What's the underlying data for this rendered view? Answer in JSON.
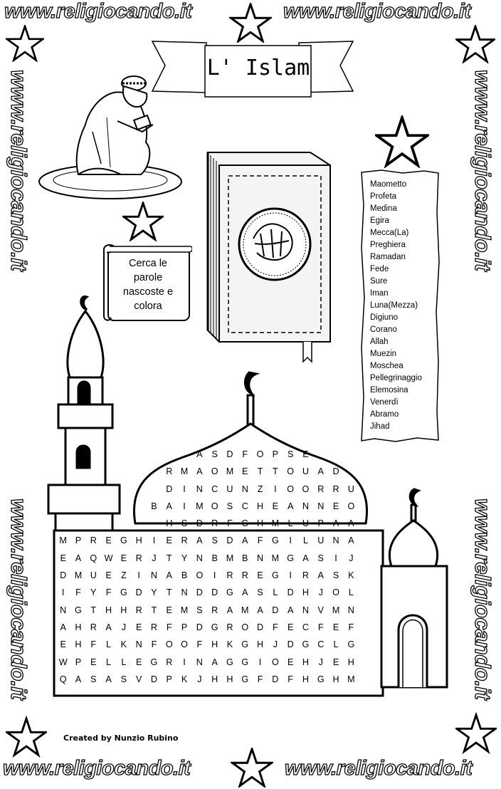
{
  "watermark": "www.religiocando.it",
  "watermark_short": "www.religiocando.it",
  "title": "L' Islam",
  "instructions": [
    "Cerca le",
    "parole",
    "nascoste e",
    "colora"
  ],
  "words": [
    "Maometto",
    "Profeta",
    "Medina",
    "Egira",
    "Mecca(La)",
    "Preghiera",
    "Ramadan",
    "Fede",
    "Sure",
    "Iman",
    "Luna(Mezza)",
    "Digiuno",
    "Corano",
    "Allah",
    "Muezin",
    "Moschea",
    "Pellegrinaggio",
    "Elemosina",
    "Venerdì",
    "Abramo",
    "Jihad"
  ],
  "grid_rows": [
    {
      "offset": 9,
      "letters": "ASDFOPSE"
    },
    {
      "offset": 7,
      "letters": "RMAOMETTOUAD"
    },
    {
      "offset": 7,
      "letters": "DINCUNZIOORRU"
    },
    {
      "offset": 6,
      "letters": "BAIMOSCHEANNEO"
    },
    {
      "offset": 7,
      "letters": "HSDRFGHMLUPAA"
    },
    {
      "offset": 0,
      "letters": "MPREGHIERASDAFGILUNA"
    },
    {
      "offset": 0,
      "letters": "EAQWERJTYNBMBNMGASIJ"
    },
    {
      "offset": 0,
      "letters": "DMUEZINABOIRREGIRASK"
    },
    {
      "offset": 0,
      "letters": "IFYFGDYTNDDGASLDHJOL"
    },
    {
      "offset": 0,
      "letters": "NGTHHRTEMSRAMADANVMN"
    },
    {
      "offset": 0,
      "letters": "AHRAJERFPDGRODFECFEF"
    },
    {
      "offset": 0,
      "letters": "EHFLKNFOOFHKGHJDGCLG"
    },
    {
      "offset": 0,
      "letters": "WPELLEGRINAGGIOEHJEH"
    },
    {
      "offset": 0,
      "letters": "QASASVDPKJHHGFDFHGHM"
    }
  ],
  "credit": "Created by Nunzio Rubino",
  "icons": [
    "star-icon",
    "praying-man-illustration",
    "quran-book-illustration",
    "mosque-illustration"
  ],
  "colors": {
    "ink": "#000000",
    "paper": "#ffffff",
    "book_fill": "#f4f4f4"
  }
}
